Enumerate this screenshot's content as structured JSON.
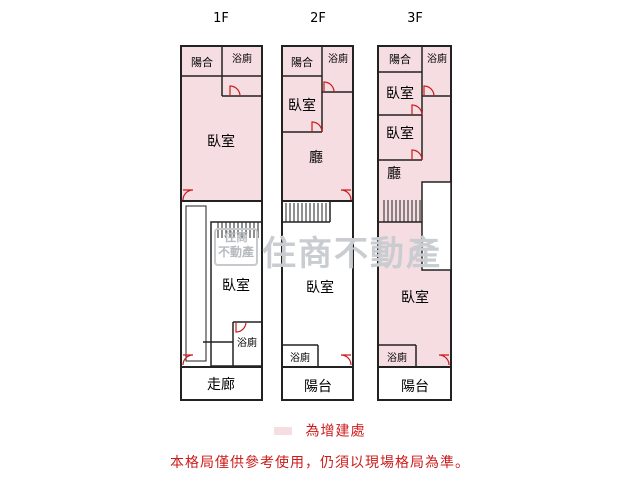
{
  "floors": {
    "f1": {
      "label": "1F",
      "rooms": {
        "balcony": "陽合",
        "bath_top": "浴廁",
        "bedroom_top": "臥室",
        "bedroom_mid": "臥室",
        "bath_bottom": "浴廁",
        "corridor": "走廊"
      }
    },
    "f2": {
      "label": "2F",
      "rooms": {
        "balcony_top": "陽合",
        "bath_top": "浴廁",
        "bedroom_small": "臥室",
        "hall": "廳",
        "bedroom": "臥室",
        "bath_bottom": "浴廁",
        "balcony_bottom": "陽台"
      }
    },
    "f3": {
      "label": "3F",
      "rooms": {
        "balcony_top": "陽合",
        "bath_top": "浴廁",
        "bedroom_a": "臥室",
        "bedroom_b": "臥室",
        "hall": "廳",
        "bedroom_main": "臥室",
        "bath_bottom": "浴廁",
        "balcony_bottom": "陽台"
      }
    }
  },
  "watermark": {
    "main": "住商不動產",
    "badge_line1": "住商",
    "badge_line2": "不動產"
  },
  "legend": {
    "text": "為增建處",
    "swatch_color": "#f6dde2"
  },
  "disclaimer": "本格局僅供參考使用，仍須以現場格局為準。",
  "colors": {
    "wall": "#222222",
    "annex": "#f6dde2",
    "door": "#cc1b1b"
  }
}
